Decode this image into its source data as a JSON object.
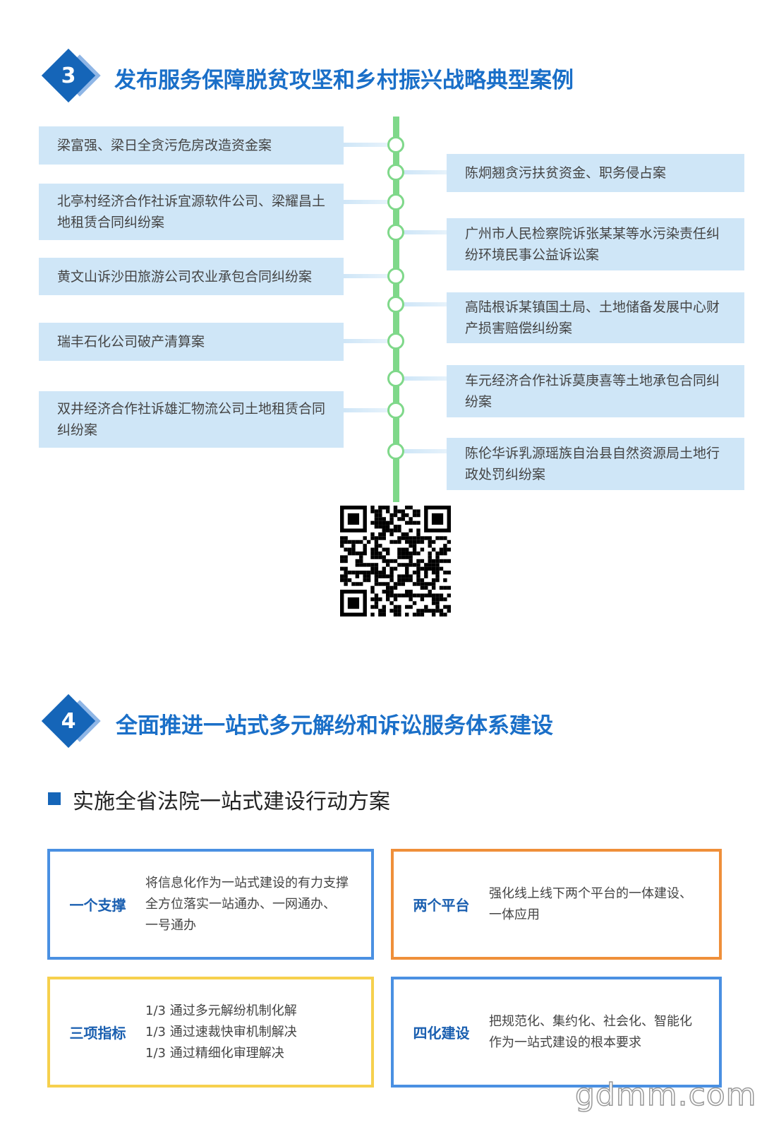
{
  "section3": {
    "number": "3",
    "title": "发布服务保障脱贫攻坚和乡村振兴战略典型案例",
    "left_cases": [
      "梁富强、梁日全贪污危房改造资金案",
      "北亭村经济合作社诉宜源软件公司、梁耀昌土地租赁合同纠纷案",
      "黄文山诉沙田旅游公司农业承包合同纠纷案",
      "瑞丰石化公司破产清算案",
      "双井经济合作社诉雄汇物流公司土地租赁合同纠纷案"
    ],
    "right_cases": [
      "陈炯翘贪污扶贫资金、职务侵占案",
      "广州市人民检察院诉张某某等水污染责任纠纷环境民事公益诉讼案",
      "高陆根诉某镇国土局、土地储备发展中心财产损害赔偿纠纷案",
      "车元经济合作社诉莫庚喜等土地承包合同纠纷案",
      "陈伦华诉乳源瑶族自治县自然资源局土地行政处罚纠纷案"
    ]
  },
  "section4": {
    "number": "4",
    "title": "全面推进一站式多元解纷和诉讼服务体系建设",
    "subtitle": "实施全省法院一站式建设行动方案",
    "cards": [
      {
        "heading": "一个支撑",
        "lines": [
          "将信息化作为一站式建设的有力支撑",
          "全方位落实一站通办、一网通办、",
          "一号通办"
        ],
        "color": "#4a90e2"
      },
      {
        "heading": "两个平台",
        "lines": [
          "强化线上线下两个平台的一体建设、",
          "一体应用"
        ],
        "color": "#ef8f3a"
      },
      {
        "heading": "三项指标",
        "lines": [
          "1/3 通过多元解纷机制化解",
          "1/3 通过速裁快审机制解决",
          "1/3 通过精细化审理解决"
        ],
        "color": "#f6d04d"
      },
      {
        "heading": "四化建设",
        "lines": [
          "把规范化、集约化、社会化、智能化",
          "作为一站式建设的根本要求"
        ],
        "color": "#4a90e2"
      }
    ]
  },
  "watermark": "gdmm.com"
}
